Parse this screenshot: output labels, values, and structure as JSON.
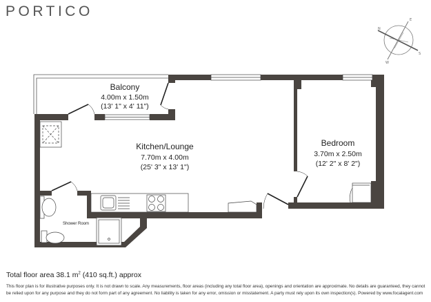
{
  "brand": {
    "logo": "PORTICO"
  },
  "compass": {
    "labels": [
      "N",
      "E",
      "S",
      "W"
    ],
    "icon": "compass-rose-icon"
  },
  "rooms": {
    "balcony": {
      "name": "Balcony",
      "metric": "4.00m x 1.50m",
      "imperial": "(13' 1\" x 4' 11\")"
    },
    "kitchen": {
      "name": "Kitchen/Lounge",
      "metric": "7.70m x 4.00m",
      "imperial": "(25' 3\" x 13' 1\")"
    },
    "bedroom": {
      "name": "Bedroom",
      "metric": "3.70m x 2.50m",
      "imperial": "(12' 2\" x 8' 2\")"
    },
    "shower": {
      "name": "Shower Room"
    }
  },
  "footer": {
    "total_prefix": "Total floor area 38.1 m",
    "total_sup": "2",
    "total_suffix": " (410 sq.ft.) approx",
    "disclaimer": "This floor plan is for illustrative purposes only. It is not drawn to scale. Any measurements, floor areas (including any total floor area), openings and orientation are approximate. No details are guaranteed, they cannot be relied upon for any purpose and they do not form part of any agreement. No liability is taken for any error, omission or misstatement. A party must rely upon its own inspection(s). Powered by www.focalagent.com"
  },
  "colors": {
    "wall": "#4a4541",
    "line": "#333333",
    "logo": "#555555"
  }
}
